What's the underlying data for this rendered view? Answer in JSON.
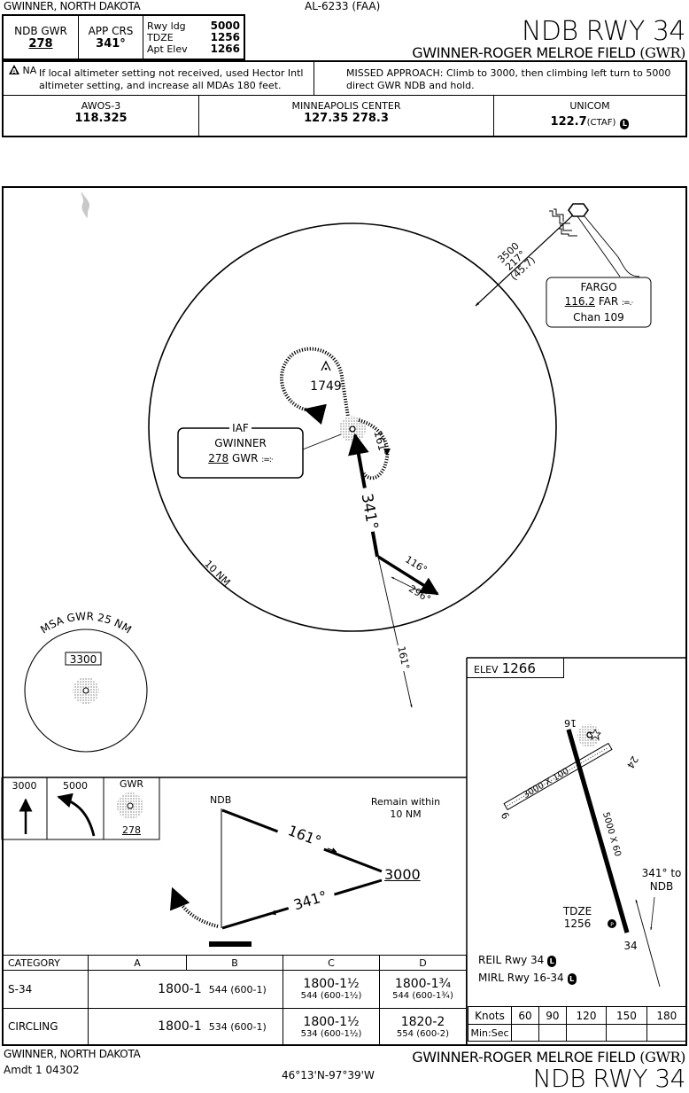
{
  "header": {
    "location": "GWINNER, NORTH DAKOTA",
    "chart_id": "AL-6233 (FAA)",
    "procedure": "NDB RWY 34",
    "airport": "GWINNER-ROGER MELROE FIELD",
    "airport_id": "(GWR)"
  },
  "info_box": {
    "nav_label": "NDB GWR",
    "nav_freq": "278",
    "app_crs_label": "APP CRS",
    "app_crs": "341°",
    "rwy_ldg_label": "Rwy ldg",
    "rwy_ldg": "5000",
    "tdze_label": "TDZE",
    "tdze": "1256",
    "apt_elev_label": "Apt Elev",
    "apt_elev": "1266"
  },
  "notes": {
    "alternate_symbol": "A",
    "alternate_text": "NA",
    "altimeter_note": "If local altimeter setting not received, used Hector Intl altimeter setting, and increase all MDAs 180 feet.",
    "missed_approach": "MISSED APPROACH: Climb to 3000, then climbing left turn to 5000 direct GWR NDB and hold."
  },
  "comms": [
    {
      "name": "AWOS-3",
      "freq": "118.325",
      "extra": ""
    },
    {
      "name": "MINNEAPOLIS CENTER",
      "freq": "127.35  278.3",
      "extra": ""
    },
    {
      "name": "UNICOM",
      "freq": "122.7",
      "extra": "(CTAF)",
      "lighting": "L"
    }
  ],
  "plan_view": {
    "fargo": {
      "name": "FARGO",
      "freq": "116.2",
      "ident": "FAR",
      "chan": "Chan 109"
    },
    "feeder": {
      "alt": "3500",
      "course": "217°",
      "dist": "(45.7)"
    },
    "iaf": {
      "label": "IAF",
      "name": "GWINNER",
      "freq": "278",
      "ident": "GWR"
    },
    "obstacle": "1749",
    "hold_course": "161°",
    "final_course": "341°",
    "procedure_turn_out": "116°",
    "procedure_turn_in": "296°",
    "outbound_course": "161°",
    "ring_label": "10 NM",
    "msa": {
      "label": "MSA GWR 25 NM",
      "alt": "3300"
    }
  },
  "profile": {
    "missed_icons": [
      {
        "label": "3000",
        "icon": "arrow-up-icon"
      },
      {
        "label": "5000",
        "icon": "left-turn-arrow-icon"
      },
      {
        "label": "GWR",
        "sub": "278",
        "icon": "ndb-icon"
      }
    ],
    "ndb_label": "NDB",
    "outbound": "161°",
    "inbound": "341°",
    "alt": "3000",
    "remain": "Remain within 10 NM"
  },
  "airport_diagram": {
    "elev_label": "ELEV",
    "elev": "1266",
    "rwy_16": "16",
    "rwy_34": "34",
    "rwy_6": "6",
    "rwy_24": "24",
    "rwy_6_24_dims": "3000 X 100",
    "rwy_16_34_dims": "5000 X 60",
    "tdze_label": "TDZE",
    "tdze": "1256",
    "course_note": "341° to NDB",
    "lighting": [
      "REIL Rwy 34",
      "MIRL Rwy 16-34"
    ]
  },
  "minimums": {
    "headers": [
      "CATEGORY",
      "A",
      "B",
      "C",
      "D"
    ],
    "rows": [
      {
        "cat": "S-34",
        "ab_main": "1800-1",
        "ab_sub": "544 (600-1)",
        "c_main": "1800-1½",
        "c_sub": "544 (600-1½)",
        "d_main": "1800-1¾",
        "d_sub": "544 (600-1¾)"
      },
      {
        "cat": "CIRCLING",
        "ab_main": "1800-1",
        "ab_sub": "534 (600-1)",
        "c_main": "1800-1½",
        "c_sub": "534 (600-1½)",
        "d_main": "1820-2",
        "d_sub": "554 (600-2)"
      }
    ]
  },
  "timing": {
    "knots_label": "Knots",
    "minsec_label": "Min:Sec",
    "speeds": [
      "60",
      "90",
      "120",
      "150",
      "180"
    ]
  },
  "footer": {
    "location": "GWINNER, NORTH DAKOTA",
    "amendment": "Amdt 1  04302",
    "coords": "46°13'N-97°39'W",
    "airport": "GWINNER-ROGER MELROE FIELD",
    "airport_id": "(GWR)",
    "procedure": "NDB RWY 34"
  }
}
